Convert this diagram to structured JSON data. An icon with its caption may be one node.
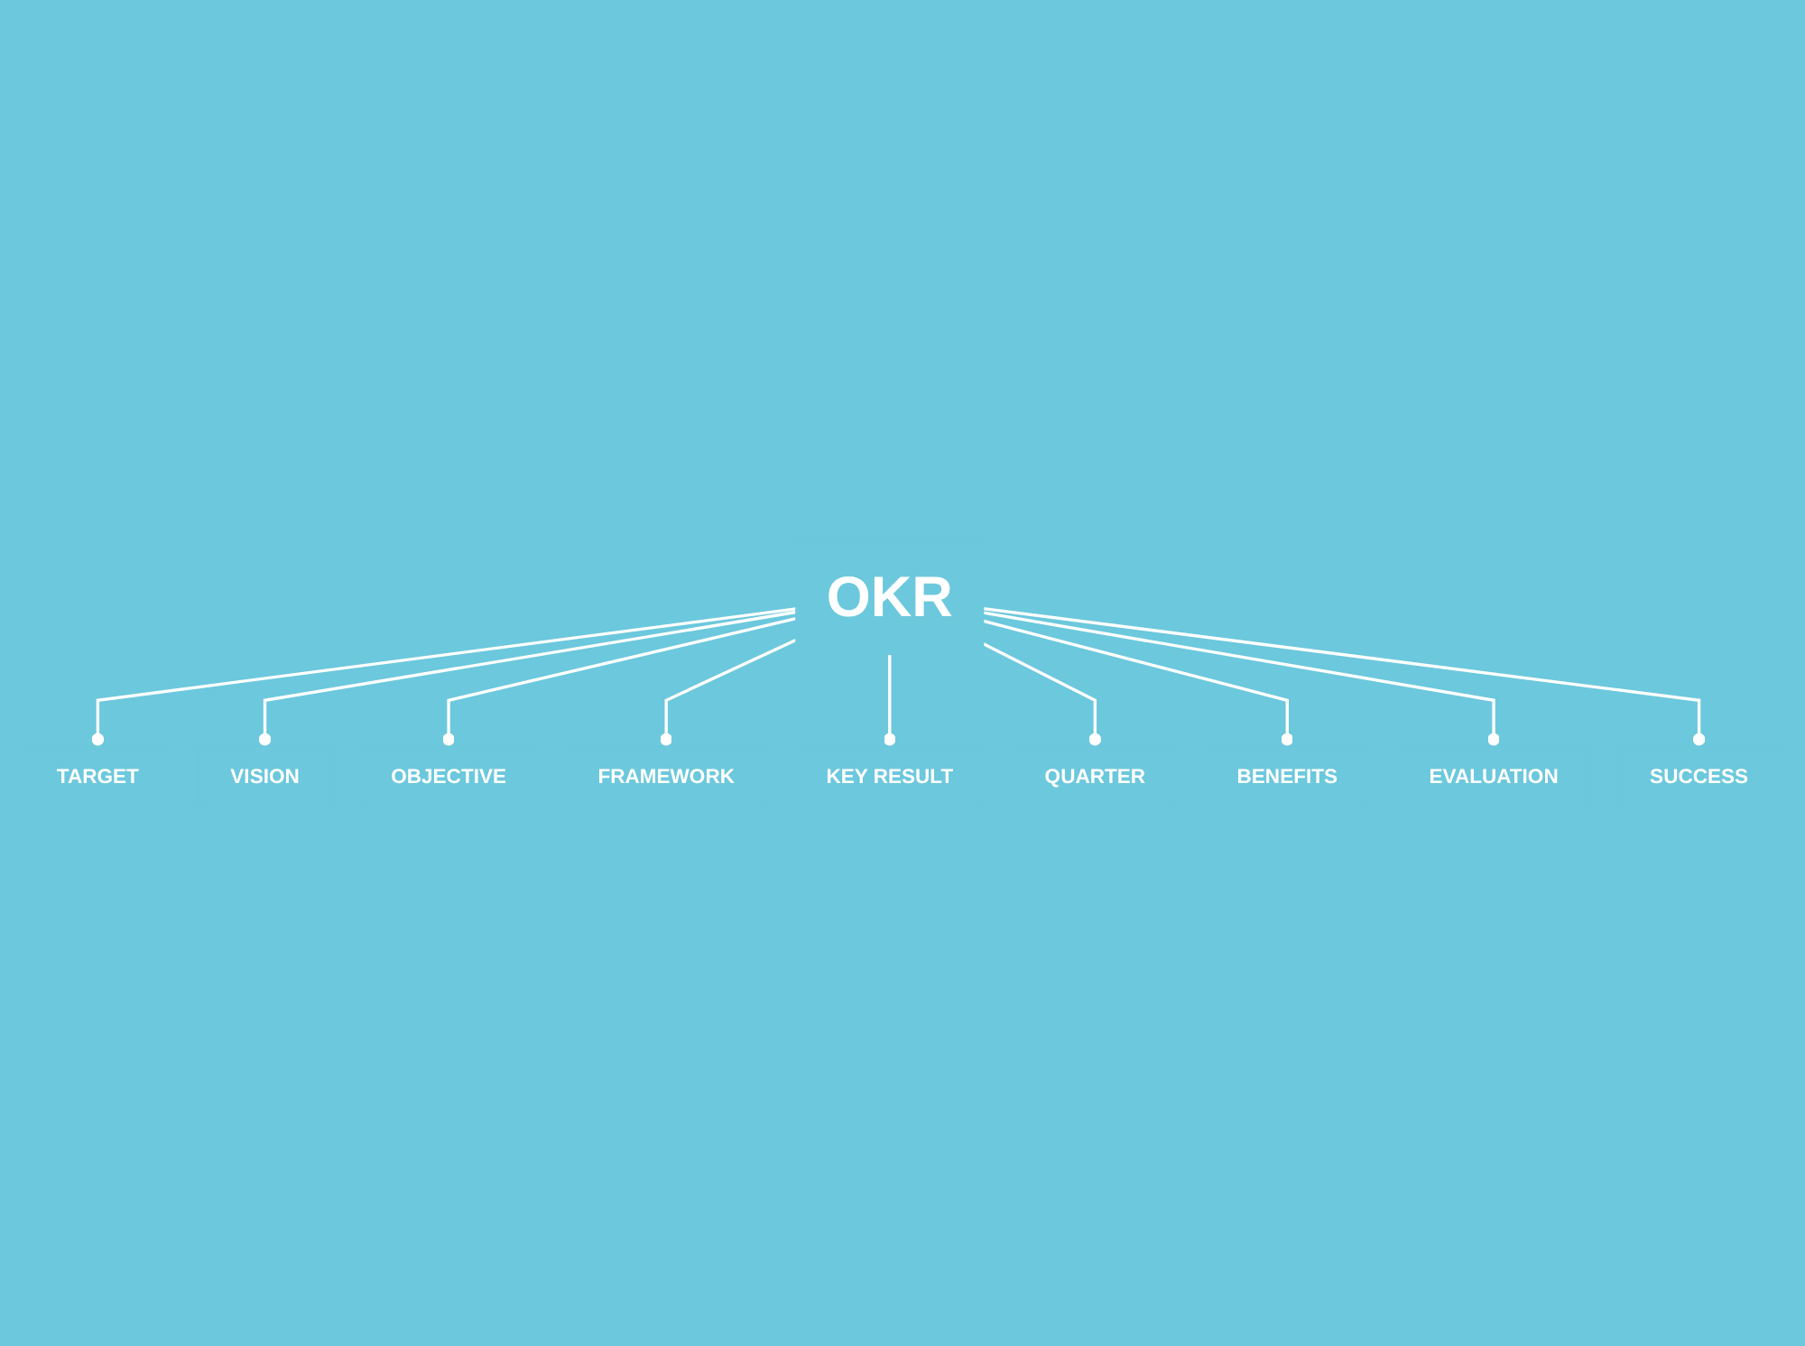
{
  "diagram": {
    "nodes": [
      {
        "text": [
          "TARGET"
        ]
      },
      {
        "text": [
          "VISION"
        ]
      },
      {
        "text": [
          "OBJECTIVE"
        ]
      },
      {
        "text": [
          "FRAMEWORK"
        ]
      },
      {
        "text": [
          "OKR"
        ]
      },
      {
        "text": [
          "KEY RESULT"
        ]
      },
      {
        "text": [
          "QUARTER"
        ]
      },
      {
        "text": [
          "BENEFITS"
        ]
      },
      {
        "text": [
          "EVALUATION"
        ]
      },
      {
        "text": [
          "SUCCESS"
        ]
      }
    ],
    "edges": [
      {
        "from": 4,
        "to": 0,
        "arrow": "other"
      },
      {
        "from": 4,
        "to": 1,
        "arrow": "other"
      },
      {
        "from": 4,
        "to": 2,
        "arrow": "other"
      },
      {
        "from": 4,
        "to": 3,
        "arrow": "other"
      },
      {
        "from": 4,
        "to": 5,
        "arrow": "other"
      },
      {
        "from": 4,
        "to": 6,
        "arrow": "other"
      },
      {
        "from": 4,
        "to": 7,
        "arrow": "other"
      },
      {
        "from": 4,
        "to": 8,
        "arrow": "other"
      },
      {
        "from": 4,
        "to": 9,
        "arrow": "other"
      }
    ]
  }
}
